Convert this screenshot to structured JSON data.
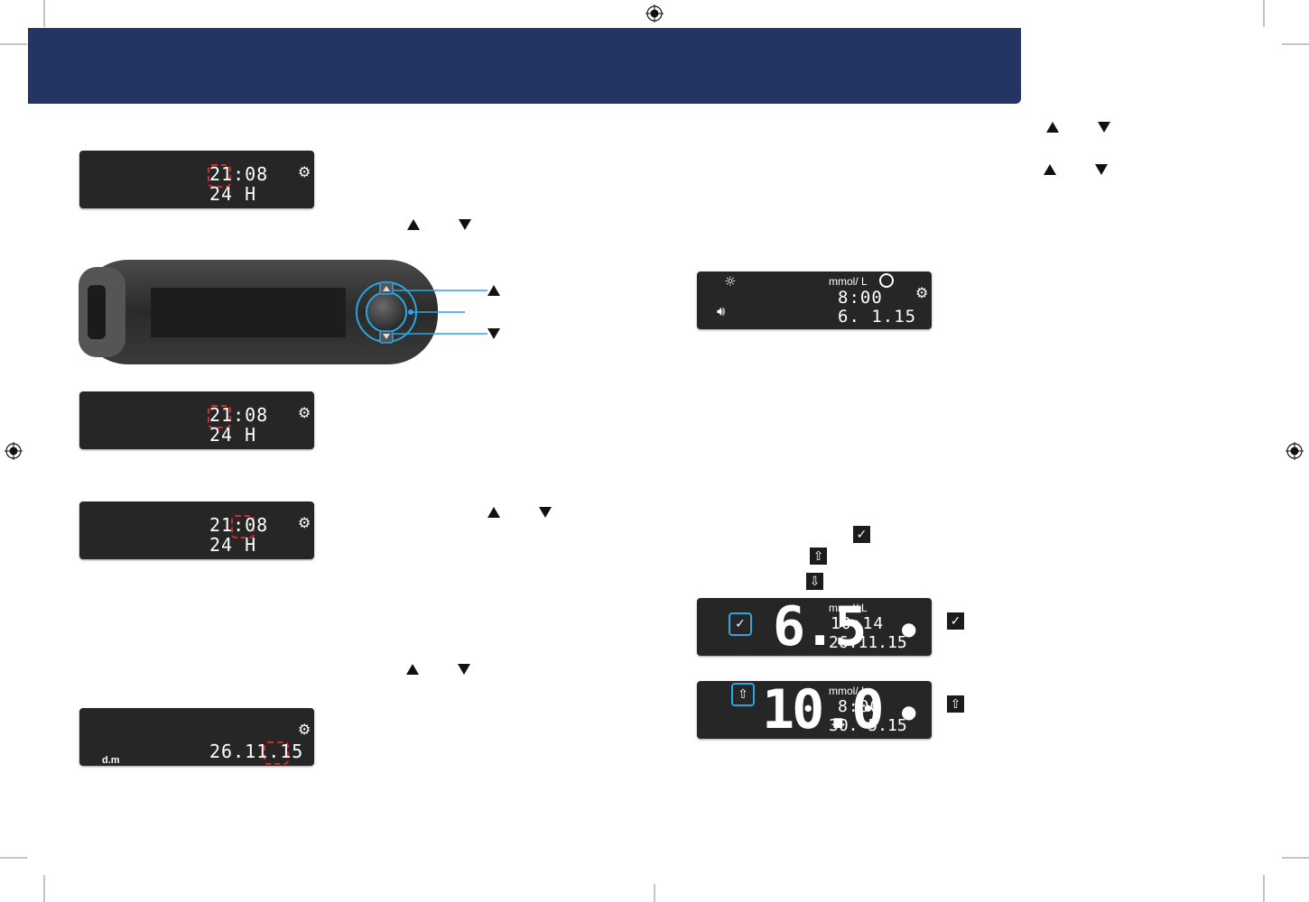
{
  "colors": {
    "header": "#243564",
    "lcd": "#262626",
    "accent": "#29a7e1",
    "highlight": "#d42a2a"
  },
  "screen_time_hours": {
    "line1": "21:08",
    "line2": "24 H"
  },
  "screen_time_hours_2": {
    "line1": "21:08",
    "line2": "24 H"
  },
  "screen_time_minutes": {
    "line1": "21:08",
    "line2": "24 H"
  },
  "screen_date": {
    "date": "26.11.15",
    "format_label": "d.m"
  },
  "screen_settings": {
    "unit": "mmol/ L",
    "time": "8:00",
    "date": "6. 1.15"
  },
  "result_check": {
    "value": "6.5",
    "unit": "mmol/ L",
    "time": "10:14",
    "date": "26.11.15"
  },
  "result_high": {
    "value": "10.0",
    "unit": "mmol/ L",
    "time": "8:00",
    "date": "30. 5.15"
  },
  "icons": {
    "check": "check-icon",
    "up": "arrow-up-icon",
    "down": "arrow-down-icon",
    "gear": "gear-icon",
    "apple": "apple-icon",
    "light": "light-icon",
    "speaker": "speaker-icon"
  }
}
